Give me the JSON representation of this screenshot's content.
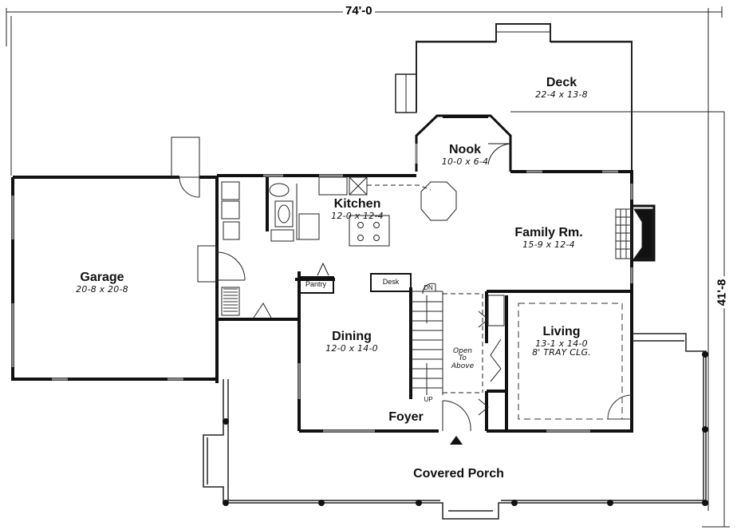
{
  "plan": {
    "overall_width": "74'-0",
    "overall_depth": "41'-8",
    "entry_marker": "entry-arrow"
  },
  "rooms": {
    "deck": {
      "name": "Deck",
      "size": "22-4 x 13-8"
    },
    "nook": {
      "name": "Nook",
      "size": "10-0 x 6-4"
    },
    "kitchen": {
      "name": "Kitchen",
      "size": "12-0 x 12-4"
    },
    "family": {
      "name": "Family Rm.",
      "size": "15-9 x 12-4"
    },
    "garage": {
      "name": "Garage",
      "size": "20-8 x 20-8"
    },
    "dining": {
      "name": "Dining",
      "size": "12-0 x 14-0"
    },
    "living": {
      "name": "Living",
      "size": "13-1 x 14-0",
      "note": "8' TRAY CLG."
    },
    "foyer": {
      "name": "Foyer"
    },
    "porch": {
      "name": "Covered Porch"
    }
  },
  "fixtures": {
    "pantry": "Pantry",
    "desk": "Desk",
    "stairs_down": "DN",
    "stairs_up": "UP",
    "open_to_above": [
      "Open",
      "To",
      "Above"
    ]
  }
}
